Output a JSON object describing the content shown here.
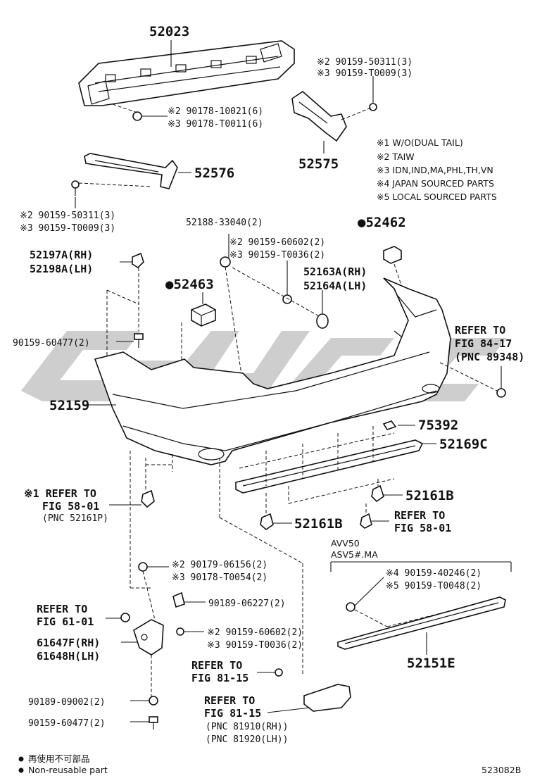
{
  "diagram_code": "523082B",
  "legend": {
    "notes": [
      "※1 W/O(DUAL TAIL)",
      "※2 TAIW",
      "※3 IDN,IND,MA,PHL,TH,VN",
      "※4 JAPAN SOURCED PARTS",
      "※5 LOCAL SOURCED PARTS"
    ],
    "nonreusable_jp": "再使用不可部品",
    "nonreusable_en": "Non-reusable part"
  },
  "labels": {
    "p52023": "52023",
    "p90159_50311_top": "※2 90159-50311(3)",
    "p90159_T0009_top": "※3 90159-T0009(3)",
    "p90178_10021": "※2 90178-10021(6)",
    "p90178_T0011": "※3 90178-T0011(6)",
    "p52575": "52575",
    "p52576": "52576",
    "p90159_50311_left": "※2 90159-50311(3)",
    "p90159_T0009_left": "※3 90159-T0009(3)",
    "p52188": "52188-33040(2)",
    "p52462": "●52462",
    "p90159_60602_a": "※2 90159-60602(2)",
    "p90159_T0036_a": "※3 90159-T0036(2)",
    "p52197A": "52197A(RH)",
    "p52198A": "52198A(LH)",
    "p52163A": "52163A(RH)",
    "p52164A": "52164A(LH)",
    "p52463": "●52463",
    "refer_84_17_a": "REFER TO",
    "refer_84_17_b": "FIG 84-17",
    "refer_84_17_c": "(PNC 89348)",
    "p90159_60477_a": "90159-60477(2)",
    "p52159": "52159",
    "p75392": "75392",
    "p52169C": "52169C",
    "refer_58_01_a1": "※1 REFER TO",
    "refer_58_01_a2": "FIG 58-01",
    "refer_58_01_a3": "(PNC 52161P)",
    "p52161B_a": "52161B",
    "p52161B_b": "52161B",
    "refer_58_01_b1": "REFER TO",
    "refer_58_01_b2": "FIG 58-01",
    "avv50": "AVV50",
    "asv5": "ASV5#.MA",
    "p90179_06156": "※2 90179-06156(2)",
    "p90178_T0054": "※3 90178-T0054(2)",
    "p90159_40246": "※4 90159-40246(2)",
    "p90159_T0048": "※5 90159-T0048(2)",
    "p90189_06227": "90189-06227(2)",
    "refer_61_01_a": "REFER TO",
    "refer_61_01_b": "FIG 61-01",
    "p90159_60602_b": "※2 90159-60602(2)",
    "p90159_T0036_b": "※3 90159-T0036(2)",
    "p61647F": "61647F(RH)",
    "p61648H": "61648H(LH)",
    "p52151E": "52151E",
    "refer_81_15_a1": "REFER TO",
    "refer_81_15_a2": "FIG 81-15",
    "p90189_09002": "90189-09002(2)",
    "refer_81_15_b1": "REFER TO",
    "refer_81_15_b2": "FIG 81-15",
    "pnc_81910": "(PNC 81910(RH))",
    "pnc_81920": "(PNC 81920(LH))",
    "p90159_60477_b": "90159-60477(2)"
  }
}
